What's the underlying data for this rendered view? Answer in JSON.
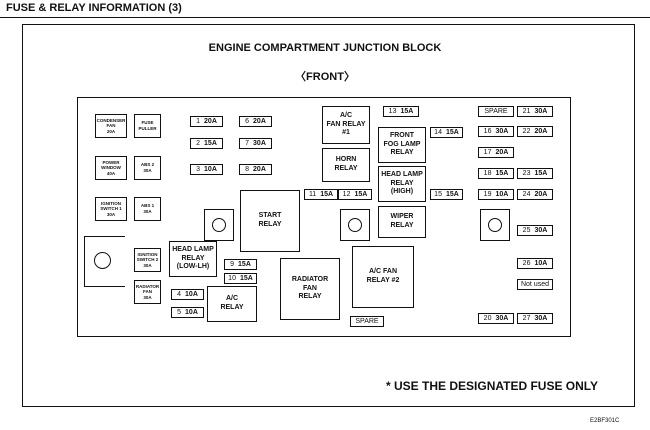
{
  "header": "FUSE & RELAY INFORMATION (3)",
  "title": "ENGINE COMPARTMENT JUNCTION BLOCK",
  "front": "FRONT",
  "note": "* USE THE DESIGNATED FUSE ONLY",
  "code": "E2BF301C",
  "small_boxes": [
    {
      "id": "condenser",
      "label": "CONDENSER\nFAN\n20A"
    },
    {
      "id": "fuse-puller",
      "label": "FUSE\nPULLER"
    },
    {
      "id": "power-window",
      "label": "POWER\nWINDOW\n40A"
    },
    {
      "id": "abs2",
      "label": "ABS 2\n30A"
    },
    {
      "id": "ign1",
      "label": "IGNITION\nSWITCH 1\n30A"
    },
    {
      "id": "abs1",
      "label": "ABS 1\n30A"
    },
    {
      "id": "ign2",
      "label": "IGNITION\nSWITCH 2\n30A"
    },
    {
      "id": "radiator-fan",
      "label": "RADIATOR\nFAN\n30A"
    }
  ],
  "relays": [
    {
      "id": "ac-fan-1",
      "label": "A/C\nFAN RELAY\n#1"
    },
    {
      "id": "horn",
      "label": "HORN\nRELAY"
    },
    {
      "id": "front-fog",
      "label": "FRONT\nFOG LAMP\nRELAY"
    },
    {
      "id": "head-high",
      "label": "HEAD LAMP\nRELAY\n(HIGH)"
    },
    {
      "id": "wiper",
      "label": "WIPER\nRELAY"
    },
    {
      "id": "start",
      "label": "START\nRELAY"
    },
    {
      "id": "head-low",
      "label": "HEAD LAMP\nRELAY\n(LOW-LH)"
    },
    {
      "id": "ac",
      "label": "A/C\nRELAY"
    },
    {
      "id": "radiator",
      "label": "RADIATOR\nFAN\nRELAY"
    },
    {
      "id": "ac-fan-2",
      "label": "A/C FAN\nRELAY #2"
    }
  ],
  "fuses": [
    {
      "n": "1",
      "a": "20A"
    },
    {
      "n": "2",
      "a": "15A"
    },
    {
      "n": "3",
      "a": "10A"
    },
    {
      "n": "6",
      "a": "20A"
    },
    {
      "n": "7",
      "a": "30A"
    },
    {
      "n": "8",
      "a": "20A"
    },
    {
      "n": "13",
      "a": "15A"
    },
    {
      "n": "14",
      "a": "15A"
    },
    {
      "n": "11",
      "a": "15A"
    },
    {
      "n": "12",
      "a": "15A"
    },
    {
      "n": "15",
      "a": "15A"
    },
    {
      "n": "9",
      "a": "15A"
    },
    {
      "n": "10",
      "a": "15A"
    },
    {
      "n": "4",
      "a": "10A"
    },
    {
      "n": "5",
      "a": "10A"
    },
    {
      "n": "16",
      "a": "30A"
    },
    {
      "n": "17",
      "a": "20A"
    },
    {
      "n": "18",
      "a": "15A"
    },
    {
      "n": "19",
      "a": "10A"
    },
    {
      "n": "21",
      "a": "30A"
    },
    {
      "n": "22",
      "a": "20A"
    },
    {
      "n": "23",
      "a": "15A"
    },
    {
      "n": "24",
      "a": "20A"
    },
    {
      "n": "25",
      "a": "30A"
    },
    {
      "n": "26",
      "a": "10A"
    },
    {
      "n": "20",
      "a": "30A"
    },
    {
      "n": "27",
      "a": "30A"
    }
  ],
  "spare_label": "SPARE",
  "not_used_label": "Not used"
}
